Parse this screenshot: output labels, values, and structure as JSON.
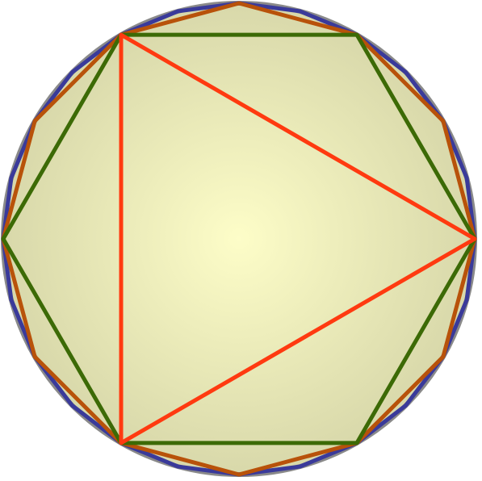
{
  "figure": {
    "polygons": [
      {
        "name": "triangle",
        "sides": 3,
        "color": "#ff3a10"
      },
      {
        "name": "hexagon",
        "sides": 6,
        "color": "#3c6a06"
      },
      {
        "name": "dodecagon",
        "sides": 12,
        "color": "#b8520a"
      },
      {
        "name": "24-gon",
        "sides": 24,
        "color": "#3a3a9a"
      }
    ],
    "circle": {
      "stroke_color": "#8a8a8a",
      "fill_center_color": "#fdfdc8",
      "fill_edge_color": "#d8d8aa"
    }
  }
}
